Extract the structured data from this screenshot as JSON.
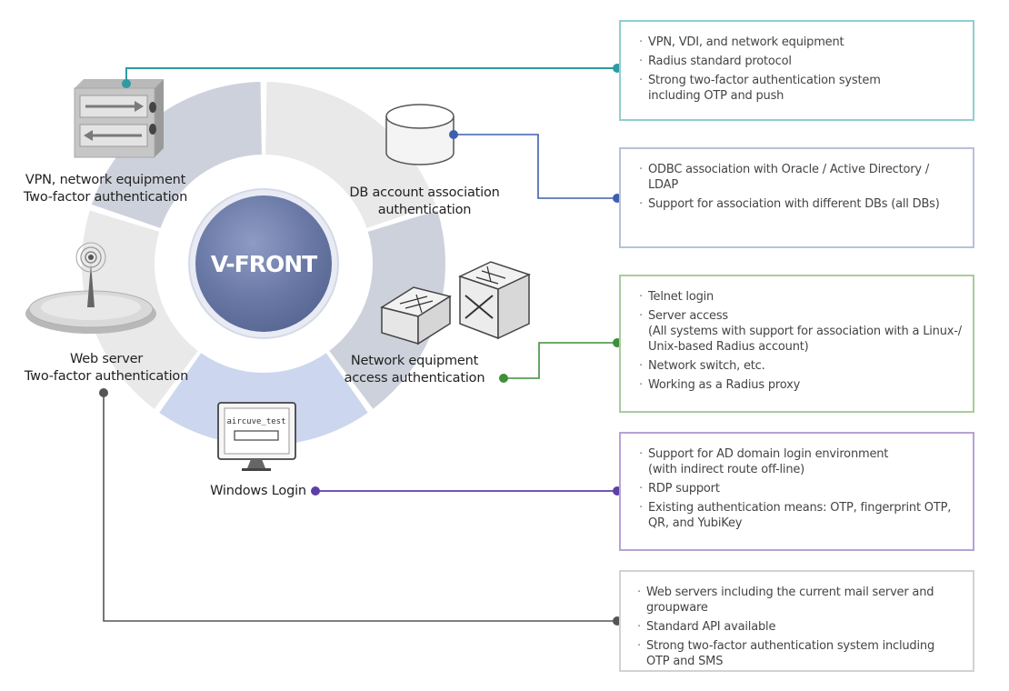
{
  "center": {
    "title": "V-FRONT"
  },
  "segments": {
    "vpn": {
      "label": "VPN, network equipment\nTwo-factor authentication"
    },
    "db": {
      "label": "DB account association\nauthentication"
    },
    "network": {
      "label": "Network equipment\naccess authentication"
    },
    "windows": {
      "label": "Windows Login",
      "screen_text": "aircuve_test"
    },
    "web": {
      "label": "Web server\nTwo-factor authentication"
    }
  },
  "boxes": [
    {
      "id": "vpn",
      "color": "#8fcfd0",
      "items": [
        "VPN, VDI, and network equipment",
        "Radius standard protocol",
        "Strong two-factor authentication system\nincluding OTP and push"
      ]
    },
    {
      "id": "db",
      "color": "#b7c1d9",
      "items": [
        "ODBC association with Oracle / Active Directory / LDAP",
        "Support for association with different DBs (all DBs)"
      ]
    },
    {
      "id": "network",
      "color": "#a9cc9b",
      "items": [
        "Telnet login",
        "Server access\n(All systems with support for association with a Linux-/\nUnix-based Radius account)",
        "Network switch, etc.",
        "Working as a Radius proxy"
      ]
    },
    {
      "id": "windows",
      "color": "#b5a3d5",
      "items": [
        "Support for AD domain login environment\n(with indirect route off-line)",
        "RDP support",
        "Existing authentication means: OTP, fingerprint OTP,\nQR, and YubiKey"
      ]
    },
    {
      "id": "web",
      "color": "#d2d2d2",
      "items": [
        "Web servers including the current mail server and groupware",
        "Standard API available",
        "Strong two-factor authentication system including\nOTP and SMS"
      ]
    }
  ],
  "colors": {
    "vpn_line": "#2e9aa3",
    "db_line": "#3f5fae",
    "network_line": "#3f8f3a",
    "windows_line": "#5e3fa6",
    "web_line": "#555555",
    "ring_vpn": "#cdd1db",
    "ring_db": "#e9e9e9",
    "ring_network": "#cdd1db",
    "ring_windows": "#ccd6ee",
    "ring_web": "#e9e9e9"
  }
}
